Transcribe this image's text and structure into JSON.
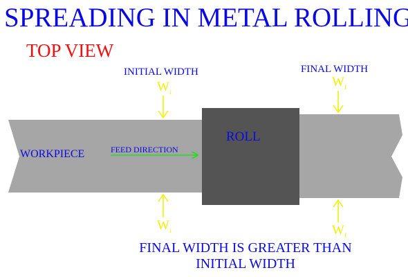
{
  "title": "SPREADING IN METAL ROLLING",
  "subtitle": "TOP VIEW",
  "labels": {
    "initial_width": "INITIAL WIDTH",
    "final_width": "FINAL WIDTH",
    "roll": "ROLL",
    "workpiece": "WORKPIECE",
    "feed_direction": "FEED DIRECTION",
    "conclusion": "FINAL WIDTH IS GREATER THAN INITIAL WIDTH"
  },
  "symbols": {
    "initial": {
      "base": "W",
      "sub": "i"
    },
    "final": {
      "base": "W",
      "sub": "f"
    }
  },
  "colors": {
    "title": "#0a0ae0",
    "subtitle": "#ee1111",
    "workpiece": "#a6a6a6",
    "roll": "#545454",
    "feed_arrow": "#22dd22",
    "width_arrows": "#f0f000"
  }
}
